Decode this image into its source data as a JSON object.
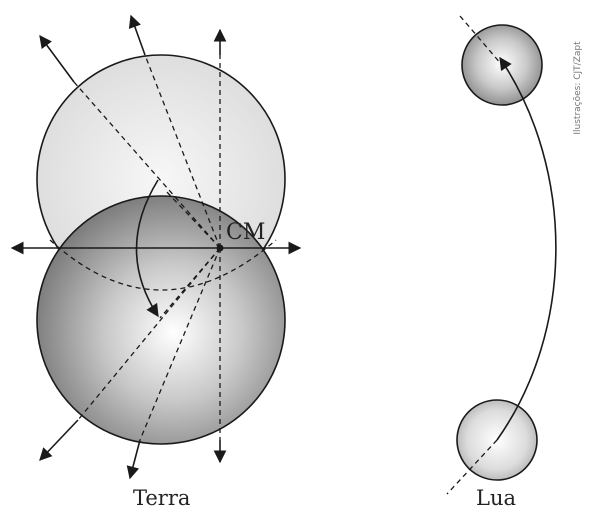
{
  "labels": {
    "center_of_mass": "CM",
    "earth": "Terra",
    "moon": "Lua"
  },
  "credit": "Ilustrações: CJT/Zapt",
  "colors": {
    "stroke": "#1a1a1a",
    "earth_light": "#e9e9e9",
    "earth_dark_edge": "#666666",
    "earth_highlight": "#ffffff"
  }
}
